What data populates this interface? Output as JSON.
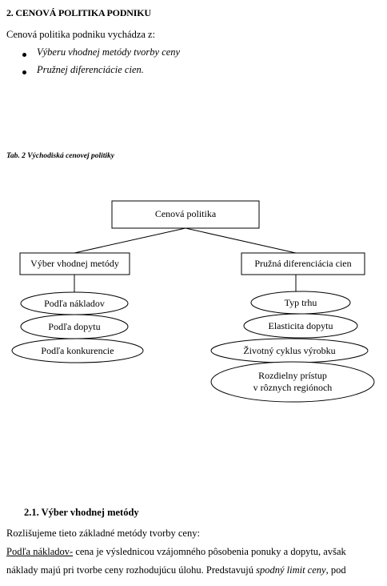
{
  "section": {
    "heading": "2.   CENOVÁ POLITIKA PODNIKU",
    "intro": "Cenová politika podniku vychádza z:",
    "bullets": [
      "Výberu vhodnej metódy tvorby ceny",
      "Pružnej diferenciácie cien."
    ]
  },
  "table_caption": "Tab. 2 Východiská cenovej politiky",
  "diagram": {
    "root": "Cenová politika",
    "left_box": "Výber vhodnej metódy",
    "right_box": "Pružná diferenciácia cien",
    "left_items": [
      "Podľa nákladov",
      "Podľa dopytu",
      "Podľa konkurencie"
    ],
    "right_items": [
      "Typ trhu",
      "Elasticita dopytu",
      "Životný cyklus výrobku"
    ],
    "right_last_line1": "Rozdielny prístup",
    "right_last_line2": "v rôznych regiónoch"
  },
  "subsection": {
    "heading": "2.1. Výber vhodnej metódy",
    "line1": "Rozlišujeme tieto základné metódy tvorby ceny:",
    "line2_term": "Podľa nákladov-",
    "line2_rest": " cena je výslednicou vzájomného pôsobenia ponuky a dopytu, avšak",
    "line3_start": "náklady majú pri tvorbe ceny rozhodujúcu úlohu. Predstavujú ",
    "line3_italic": "spodný limit ceny",
    "line3_end": ", pod"
  }
}
